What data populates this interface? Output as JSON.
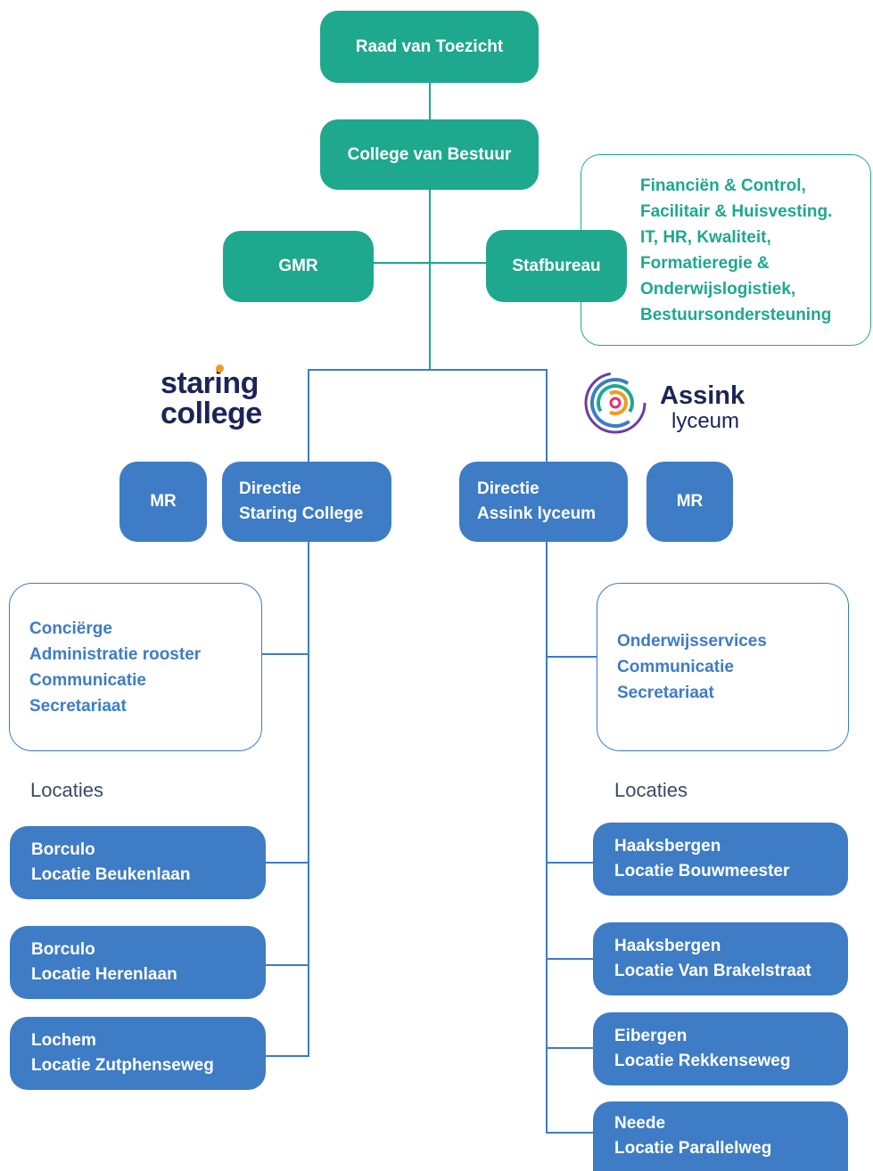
{
  "top": {
    "raad": "Raad van Toezicht",
    "college": "College van Bestuur",
    "gmr": "GMR",
    "stafbureau": "Stafbureau",
    "staf_items": [
      "Financiën & Control,",
      "Facilitair & Huisvesting.",
      "IT, HR, Kwaliteit,",
      "Formatieregie &",
      "Onderwijslogistiek,",
      "Bestuursondersteuning"
    ]
  },
  "staring": {
    "logo_line1": "staring",
    "logo_line2": "college",
    "mr": "MR",
    "directie_line1": "Directie",
    "directie_line2": "Staring College",
    "services": [
      "Conciërge",
      "Administratie rooster",
      "Communicatie",
      "Secretariaat"
    ],
    "locaties_label": "Locaties",
    "locations": [
      {
        "city": "Borculo",
        "name": "Locatie Beukenlaan"
      },
      {
        "city": "Borculo",
        "name": "Locatie Herenlaan"
      },
      {
        "city": "Lochem",
        "name": "Locatie Zutphenseweg"
      }
    ]
  },
  "assink": {
    "logo_title": "Assink",
    "logo_sub": "lyceum",
    "mr": "MR",
    "directie_line1": "Directie",
    "directie_line2": "Assink lyceum",
    "services": [
      "Onderwijsservices",
      "Communicatie",
      "Secretariaat"
    ],
    "locaties_label": "Locaties",
    "locations": [
      {
        "city": "Haaksbergen",
        "name": "Locatie Bouwmeester"
      },
      {
        "city": "Haaksbergen",
        "name": "Locatie Van Brakelstraat"
      },
      {
        "city": "Eibergen",
        "name": "Locatie Rekkenseweg"
      },
      {
        "city": "Neede",
        "name": "Locatie Parallelweg"
      }
    ]
  },
  "colors": {
    "teal": "#1ea88e",
    "blue": "#3e7cc5",
    "navy": "#1d2457",
    "orange": "#f39a1e"
  }
}
